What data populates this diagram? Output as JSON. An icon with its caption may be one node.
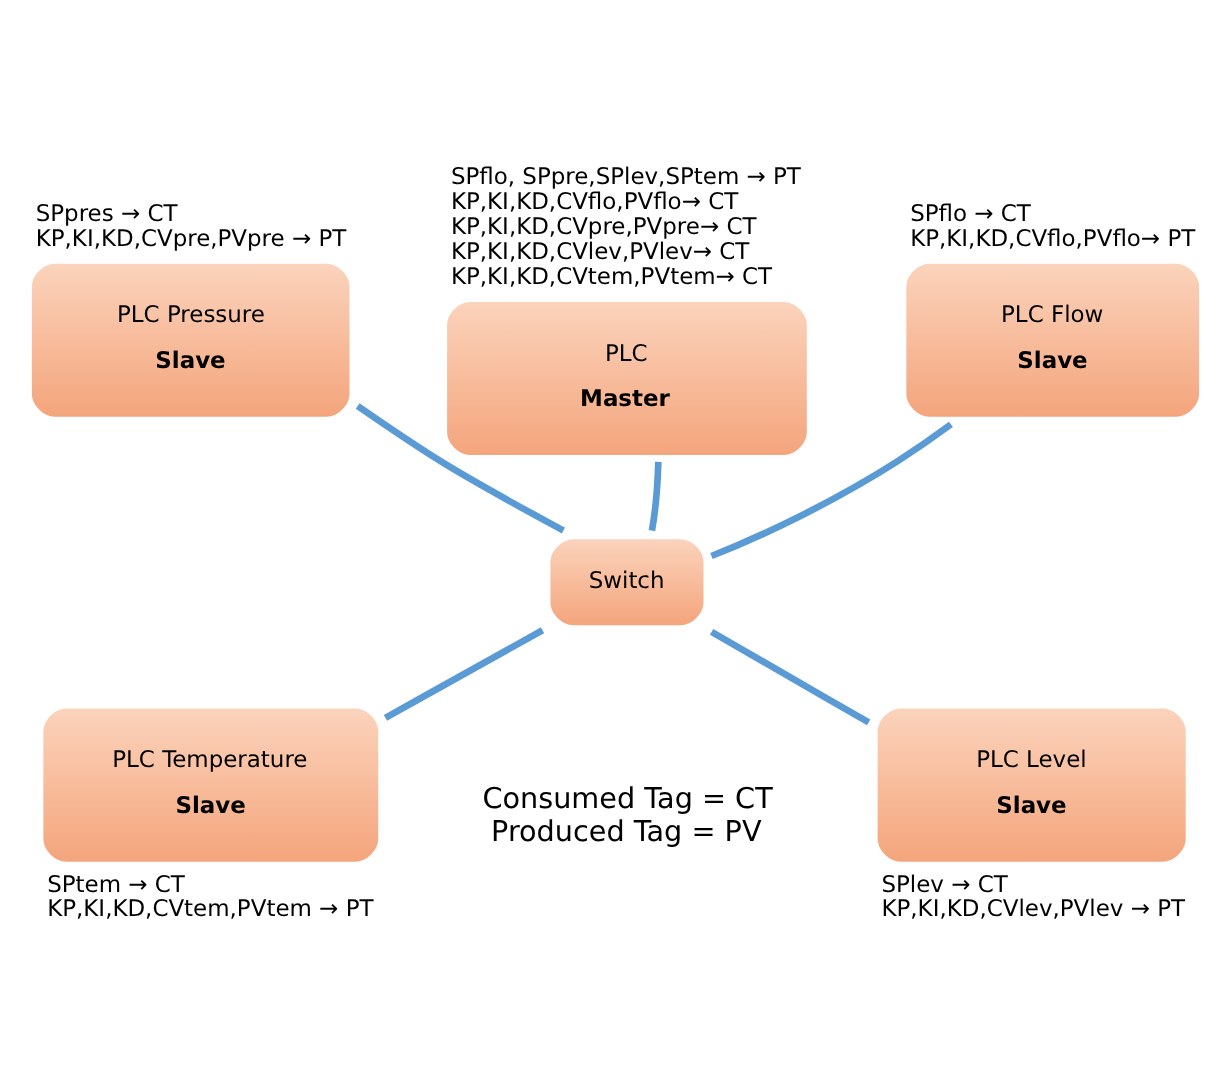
{
  "diagram": {
    "nodes": [
      {
        "text": [
          "PLC",
          "Master"
        ],
        "beside": [
          "SPflo, SPpre,SPlev,SPtem → PT",
          "KP,KI,KD,CVflo,PVflo→ CT",
          "KP,KI,KD,CVpre,PVpre→ CT",
          "KP,KI,KD,CVlev,PVlev→ CT",
          "KP,KI,KD,CVtem,PVtem→ CT"
        ]
      },
      {
        "text": [
          "PLC Pressure",
          "Slave"
        ],
        "beside": [
          "SPpres → CT",
          "KP,KI,KD,CVpre,PVpre → PT"
        ]
      },
      {
        "text": [
          "PLC Flow",
          "Slave"
        ],
        "beside": [
          "SPflo → CT",
          "KP,KI,KD,CVflo,PVflo→ PT"
        ]
      },
      {
        "text": [
          "Switch"
        ]
      },
      {
        "text": [
          "PLC Temperature",
          "Slave"
        ],
        "beside": [
          "SPtem → CT",
          "KP,KI,KD,CVtem,PVtem → PT"
        ]
      },
      {
        "text": [
          "PLC Level",
          "Slave"
        ],
        "beside": [
          "SPlev → CT",
          "KP,KI,KD,CVlev,PVlev → PT"
        ]
      }
    ],
    "edges": [
      {
        "from": 3,
        "to": 0,
        "arrow": "none"
      },
      {
        "from": 3,
        "to": 1,
        "arrow": "none"
      },
      {
        "from": 3,
        "to": 2,
        "arrow": "none"
      },
      {
        "from": 3,
        "to": 4,
        "arrow": "none"
      },
      {
        "from": 3,
        "to": 5,
        "arrow": "none"
      }
    ],
    "labels": [
      "Consumed Tag = CT",
      "Produced Tag = PV"
    ]
  }
}
